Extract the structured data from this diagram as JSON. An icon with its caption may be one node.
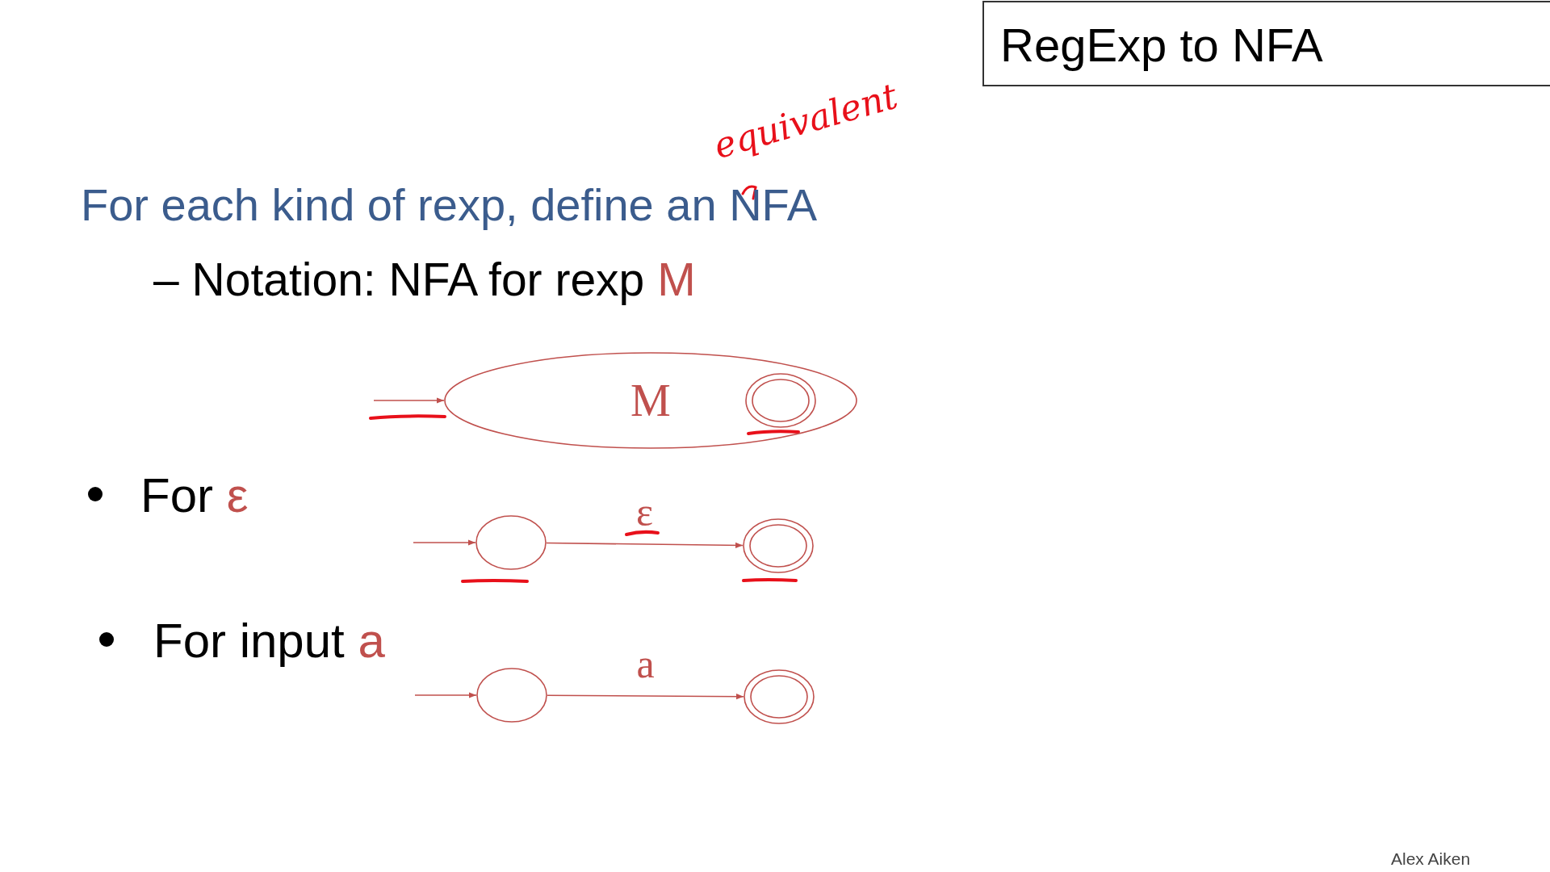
{
  "diagram": {
    "title": "RegExp to NFA",
    "nodes": [
      {
        "text": [
          "M"
        ]
      },
      {
        "text": [],
        "shape": "circle",
        "in": 0
      },
      {
        "text": [],
        "shape": "circle"
      },
      {
        "text": [],
        "shape": "circle"
      },
      {
        "text": [],
        "shape": "circle"
      },
      {
        "text": [],
        "shape": "circle"
      }
    ],
    "edges": [
      {
        "from": null,
        "to": 0,
        "arrow": "to"
      },
      {
        "from": null,
        "to": 2,
        "arrow": "to"
      },
      {
        "from": 2,
        "to": 3,
        "arrow": "to",
        "label": "ε"
      },
      {
        "from": null,
        "to": 4,
        "arrow": "to"
      },
      {
        "from": 4,
        "to": 5,
        "arrow": "to",
        "label": "a"
      }
    ],
    "labels": [
      "For each kind of rexp, define an NFA",
      "equivalent",
      "– Notation: NFA for rexp M",
      "For ε",
      "For input a",
      "Alex Aiken"
    ]
  }
}
